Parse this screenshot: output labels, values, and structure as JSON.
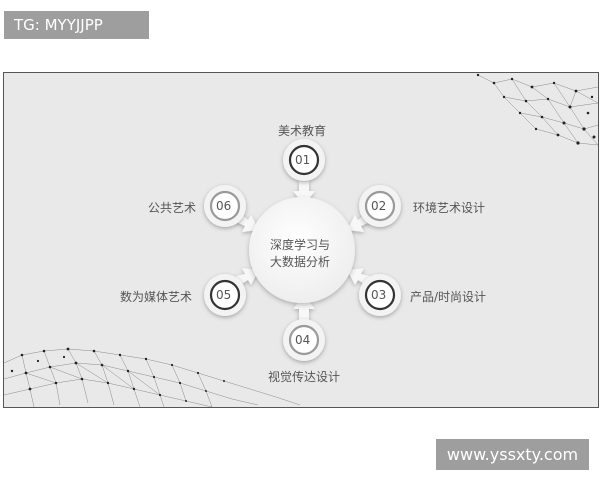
{
  "tag": {
    "text": "TG: MYYJJPP"
  },
  "watermark": {
    "text": "www.yssxty.com"
  },
  "diagram": {
    "center": {
      "line1": "深度学习与",
      "line2": "大数据分析"
    },
    "nodes": [
      {
        "id": "01",
        "label": "美术教育"
      },
      {
        "id": "02",
        "label": "环境艺术设计"
      },
      {
        "id": "03",
        "label": "产品/时尚设计"
      },
      {
        "id": "04",
        "label": "视觉传达设计"
      },
      {
        "id": "05",
        "label": "数为媒体艺术"
      },
      {
        "id": "06",
        "label": "公共艺术"
      }
    ]
  },
  "colors": {
    "slide_bg": "#e9e9e9",
    "tag_bg": "#9e9e9e",
    "node_ring_dark": "#333333",
    "node_ring_light": "#9a9a9a",
    "text": "#555555"
  }
}
